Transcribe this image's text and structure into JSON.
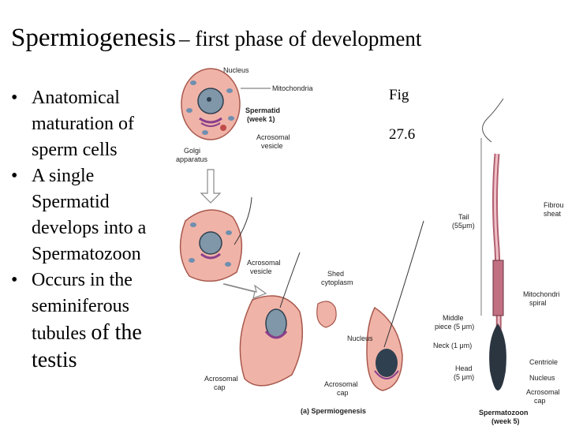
{
  "slide": {
    "title_main": "Spermiogenesis",
    "title_sub": "– first phase of development",
    "bullets": [
      [
        "Anatomical",
        "maturation of",
        "sperm cells"
      ],
      [
        "A single",
        "Spermatid",
        "develops into a",
        "Spermatozoon"
      ],
      [
        "Occurs in the",
        "seminiferous",
        "tubules "
      ]
    ],
    "bullet3_tail": "of the",
    "bullet3_last": "testis",
    "fig_label": "Fig",
    "fig_number": "27.6"
  },
  "diagram": {
    "labels": {
      "nucleus": "Nucleus",
      "mitochondria": "Mitochondria",
      "spermatid_week1_a": "Spermatid",
      "spermatid_week1_b": "(week 1)",
      "acrosomal_vesicle_top_a": "Acrosomal",
      "acrosomal_vesicle_top_b": "vesicle",
      "golgi_a": "Golgi",
      "golgi_b": "apparatus",
      "acrosomal_vesicle_mid_a": "Acrosomal",
      "acrosomal_vesicle_mid_b": "vesicle",
      "shed_a": "Shed",
      "shed_b": "cytoplasm",
      "nucleus_lower": "Nucleus",
      "acrosomal_cap_left_a": "Acrosomal",
      "acrosomal_cap_left_b": "cap",
      "acrosomal_cap_mid_a": "Acrosomal",
      "acrosomal_cap_mid_b": "cap",
      "caption": "(a) Spermiogenesis",
      "tail_a": "Tail",
      "tail_b": "(55μm)",
      "middle_a": "Middle",
      "middle_b": "piece (5 μm)",
      "neck": "Neck (1 μm)",
      "head_a": "Head",
      "head_b": "(5 μm)",
      "fibrous_a": "Fibrou",
      "fibrous_b": "sheat",
      "mito_spiral_a": "Mitochondri",
      "mito_spiral_b": "spiral",
      "centriole": "Centriole",
      "nucleus_right": "Nucleus",
      "acrosomal_right_a": "Acrosomal",
      "acrosomal_right_b": "cap",
      "spermatozoon_a": "Spermatozoon",
      "spermatozoon_b": "(week 5)"
    }
  }
}
